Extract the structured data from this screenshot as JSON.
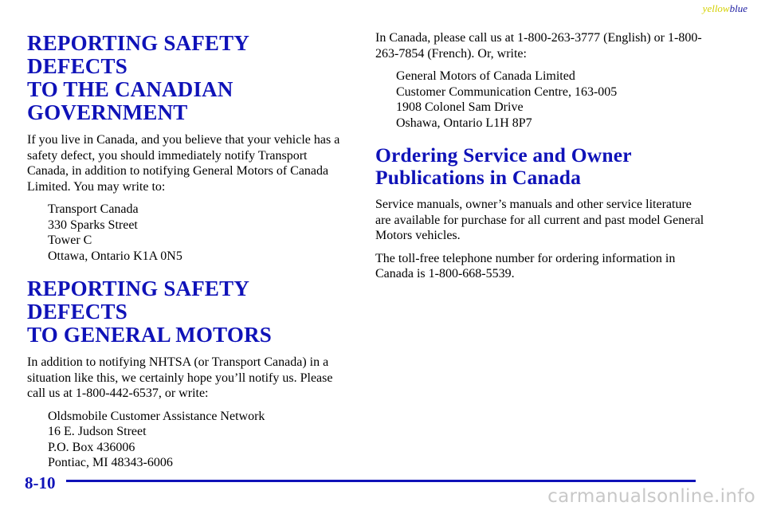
{
  "corner_mark": {
    "part1": "yellow",
    "part2": "blue"
  },
  "left": {
    "section1": {
      "heading_lines": [
        "REPORTING SAFETY DEFECTS",
        "TO THE CANADIAN",
        "GOVERNMENT"
      ],
      "body": "If you live in Canada, and you believe that your vehicle has a safety defect, you should immediately notify Transport Canada, in addition to notifying General Motors of Canada Limited. You may write to:",
      "address": [
        "Transport Canada",
        "330 Sparks Street",
        "Tower C",
        "Ottawa, Ontario K1A 0N5"
      ]
    },
    "section2": {
      "heading_lines": [
        "REPORTING SAFETY DEFECTS",
        "TO GENERAL MOTORS"
      ],
      "body": "In addition to notifying NHTSA (or Transport Canada) in a situation like this, we certainly hope you’ll notify us. Please call us at 1-800-442-6537, or write:",
      "address": [
        "Oldsmobile Customer Assistance Network",
        "16 E. Judson Street",
        "P.O. Box 436006",
        "Pontiac, MI 48343-6006"
      ]
    }
  },
  "right": {
    "intro": "In Canada, please call us at 1-800-263-3777 (English) or 1-800-263-7854 (French). Or, write:",
    "address": [
      "General Motors of Canada Limited",
      "Customer Communication Centre, 163-005",
      "1908 Colonel Sam Drive",
      "Oshawa, Ontario L1H 8P7"
    ],
    "section3": {
      "heading_lines": [
        "Ordering Service and Owner",
        "Publications in Canada"
      ],
      "body1": "Service manuals, owner’s manuals and other service literature are available for purchase for all current and past model General Motors vehicles.",
      "body2": "The toll-free telephone number for ordering information in Canada is 1-800-668-5539."
    }
  },
  "footer": {
    "page_number": "8-10"
  },
  "watermark": "carmanualsonline.info",
  "colors": {
    "heading": "#0f12b8",
    "mark_yellow": "#d4d000",
    "mark_blue": "#1a1aa0"
  }
}
